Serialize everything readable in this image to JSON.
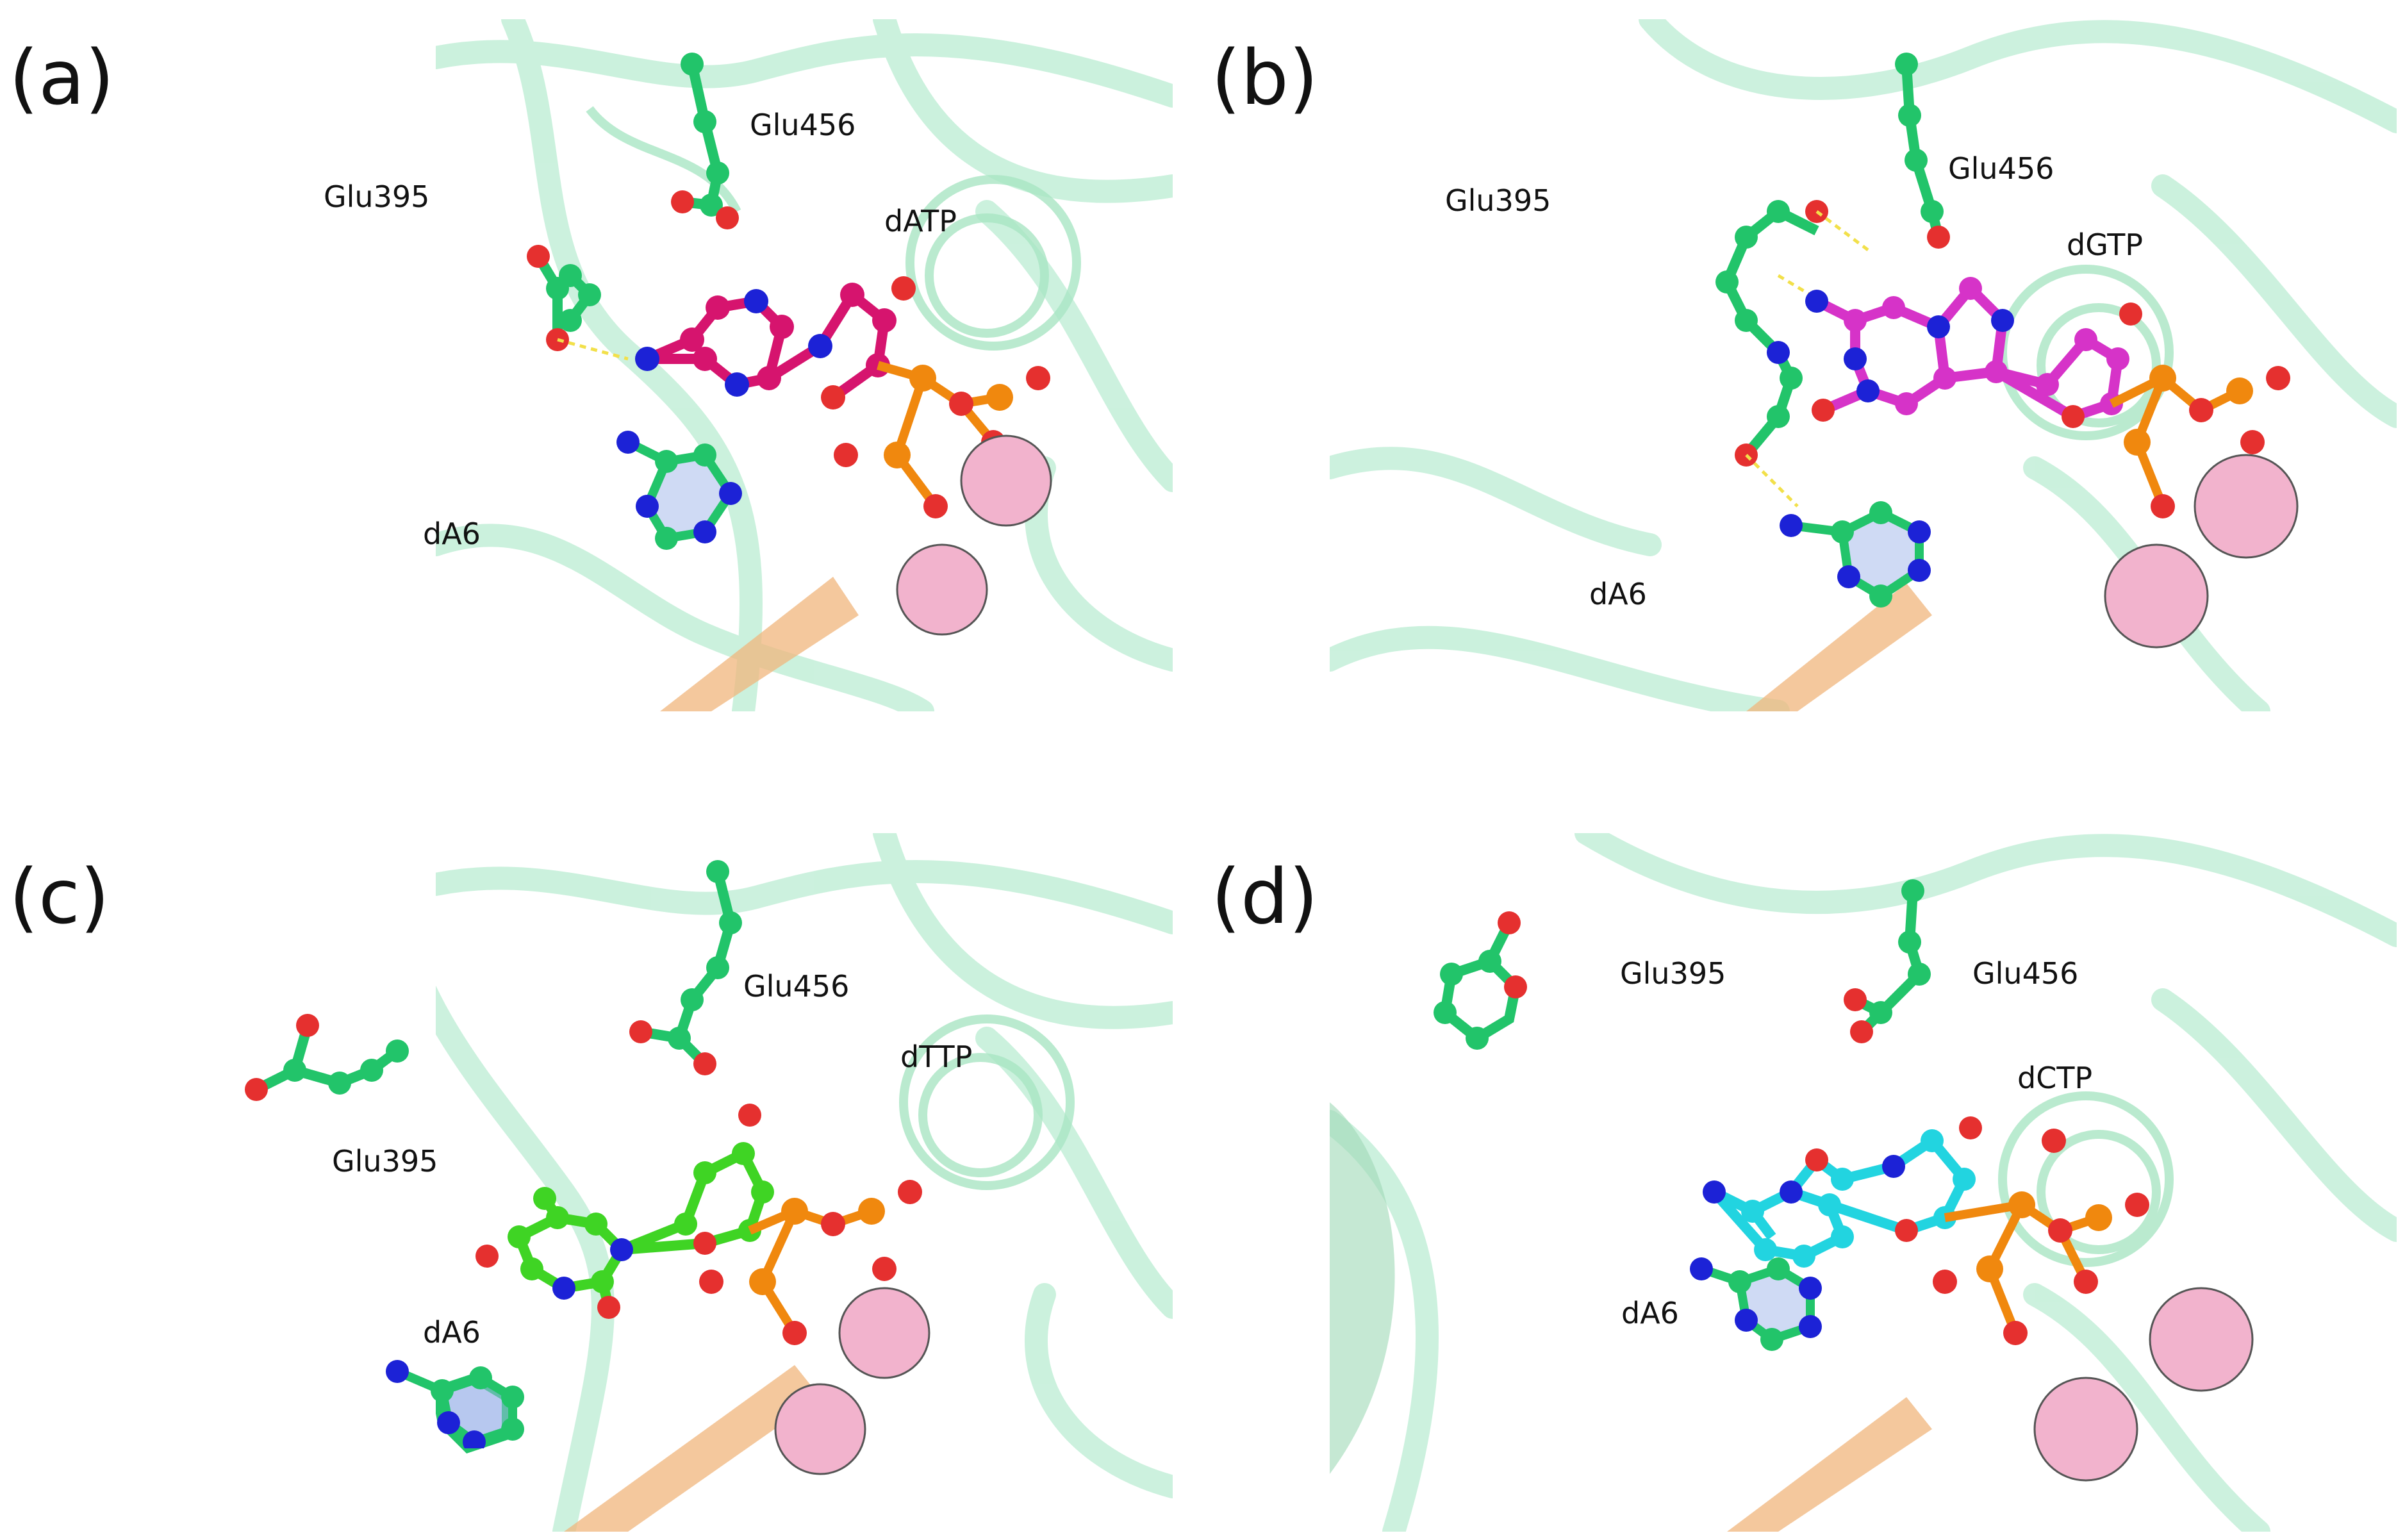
{
  "panels": [
    {
      "letter": "(a)",
      "labels": {
        "residue_a": "Glu395",
        "residue_b": "Glu456",
        "nucleotide": "dATP",
        "template": "dA6"
      },
      "colors": {
        "ligand": "#d6146e",
        "residue": "#22c46a"
      }
    },
    {
      "letter": "(b)",
      "labels": {
        "residue_a": "Glu395",
        "residue_b": "Glu456",
        "nucleotide": "dGTP",
        "template": "dA6"
      },
      "colors": {
        "ligand": "#d633c8",
        "residue": "#22c46a"
      }
    },
    {
      "letter": "(c)",
      "labels": {
        "residue_a": "Glu395",
        "residue_b": "Glu456",
        "nucleotide": "dTTP",
        "template": "dA6"
      },
      "colors": {
        "ligand": "#3fd424",
        "residue": "#22c46a"
      }
    },
    {
      "letter": "(d)",
      "labels": {
        "residue_a": "Glu395",
        "residue_b": "Glu456",
        "nucleotide": "dCTP",
        "template": "dA6"
      },
      "colors": {
        "ligand": "#22d4e0",
        "residue": "#22c46a"
      }
    }
  ],
  "style": {
    "protein_color": "#b9ecd1",
    "oxygen_color": "#e5302f",
    "nitrogen_color": "#1c22d6",
    "phosphorus_color": "#f0880e",
    "metal_ion_color": "#f2b3cd",
    "hbond_color": "#f2e04a"
  }
}
